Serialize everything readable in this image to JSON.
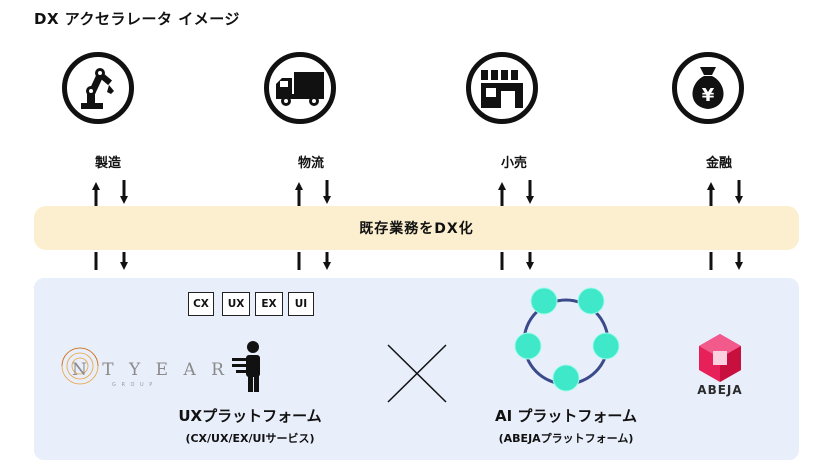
{
  "title": "DX アクセラレータ イメージ",
  "sectors": [
    {
      "label": "製造",
      "icon": "robot-arm-icon"
    },
    {
      "label": "物流",
      "icon": "truck-icon"
    },
    {
      "label": "小売",
      "icon": "store-icon"
    },
    {
      "label": "金融",
      "icon": "money-bag-icon",
      "symbol": "¥"
    }
  ],
  "band": {
    "label": "既存業務をDX化"
  },
  "ux_tags": [
    "CX",
    "UX",
    "EX",
    "UI"
  ],
  "ux_platform": {
    "title": "UXプラットフォーム",
    "subtitle": "(CX/UX/EX/UIサービス)"
  },
  "ai_platform": {
    "title": "AI プラットフォーム",
    "subtitle": "(ABEJAプラットフォーム)"
  },
  "logos": {
    "nextyear": "N  T Y E A R",
    "nextyear_sub": "G R O U P",
    "abeja": "ABEJA"
  },
  "colors": {
    "band": "#fbefcf",
    "panel": "#e9eefb",
    "node": "#3ee8c8",
    "ring": "#3b4a8a",
    "abeja_red": "#e8205a"
  }
}
